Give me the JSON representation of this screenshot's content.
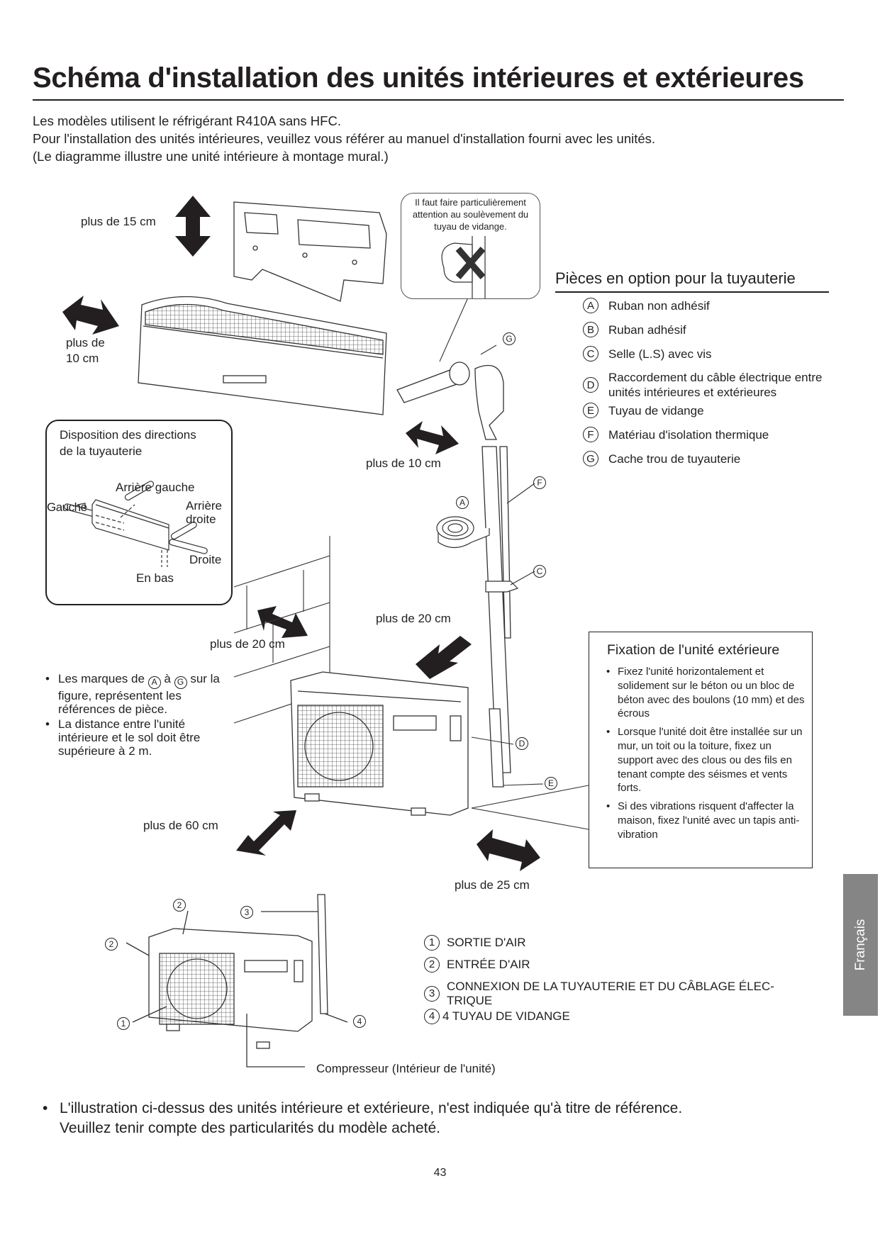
{
  "page": {
    "title": "Schéma d'installation des unités intérieures et extérieures",
    "intro": [
      "Les modèles utilisent le réfrigérant R410A sans HFC.",
      "Pour l'installation des unités intérieures, veuillez vous référer au manuel d'installation fourni avec les unités.",
      "(Le diagramme illustre une unité intérieure à montage mural.)"
    ],
    "page_number": "43",
    "language_tab": "Français"
  },
  "clearances": {
    "top": "plus de 15 cm",
    "left_line1": "plus de",
    "left_line2": "10 cm",
    "right_indoor": "plus de 10 cm",
    "outdoor_back_wall": "plus de 20 cm",
    "outdoor_left": "plus de 20 cm",
    "outdoor_front": "plus de 60 cm",
    "outdoor_right": "plus de 25 cm"
  },
  "callout": {
    "text": "Il faut faire particulièrement attention au soulèvement du tuyau de vidange."
  },
  "optional_parts": {
    "title": "Pièces en option pour la tuyauterie",
    "items": [
      {
        "mark": "A",
        "label": "Ruban non adhésif"
      },
      {
        "mark": "B",
        "label": "Ruban adhésif"
      },
      {
        "mark": "C",
        "label": "Selle (L.S) avec vis"
      },
      {
        "mark": "D",
        "label": "Raccordement du câble électrique entre unités intérieures et extérieures"
      },
      {
        "mark": "E",
        "label": "Tuyau de vidange"
      },
      {
        "mark": "F",
        "label": "Matériau d'isolation thermique"
      },
      {
        "mark": "G",
        "label": "Cache trou de tuyauterie"
      }
    ]
  },
  "diagram_marks": {
    "a": "A",
    "c": "C",
    "d": "D",
    "e": "E",
    "f": "F",
    "g": "G"
  },
  "piping_directions": {
    "title_line1": "Disposition des directions",
    "title_line2": "de la tuyauterie",
    "rear_left": "Arrière gauche",
    "left": "Gauche",
    "rear_right_line1": "Arrière",
    "rear_right_line2": "droite",
    "right": "Droite",
    "bottom": "En bas"
  },
  "notes": {
    "note1_prefix": "Les marques de",
    "note1_from": "A",
    "note1_middle": "à",
    "note1_to": "G",
    "note1_rest": "sur la figure, représentent les références de pièce.",
    "note2": "La distance entre l'unité intérieure et le sol doit être supérieure à 2 m."
  },
  "outdoor_fixing": {
    "title": "Fixation de l'unité extérieure",
    "items": [
      "Fixez l'unité horizontalement et solidement sur le béton ou un bloc de béton avec des boulons (10 mm) et des écrous",
      "Lorsque l'unité doit être installée sur un mur, un toit ou la toiture, fixez un support avec des clous ou des fils en tenant compte des séismes et vents forts.",
      "Si des vibrations risquent d'affecter la maison, fixez l'unité avec un tapis anti-vibration"
    ]
  },
  "outdoor_unit_legend": {
    "items": [
      {
        "mark": "1",
        "label": "SORTIE D'AIR"
      },
      {
        "mark": "2",
        "label": "ENTRÉE D'AIR"
      },
      {
        "mark": "3",
        "label": "CONNEXION DE LA TUYAUTERIE ET DU CÂBLAGE ÉLEC-TRIQUE"
      },
      {
        "mark": "4",
        "label": "4 TUYAU DE VIDANGE"
      }
    ],
    "compressor": "Compresseur (Intérieur de l'unité)",
    "marks": {
      "one": "1",
      "two": "2",
      "three": "3",
      "four": "4"
    }
  },
  "footer": {
    "line1": "L'illustration ci-dessus des unités intérieure et extérieure, n'est indiquée qu'à titre de référence.",
    "line2": "Veuillez tenir compte des particularités du modèle acheté."
  }
}
